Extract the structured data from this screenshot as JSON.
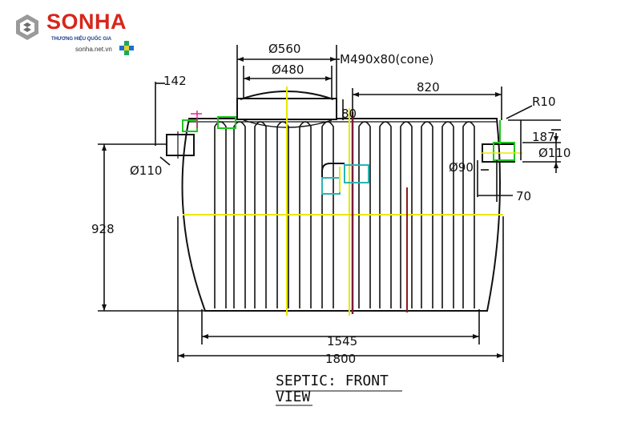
{
  "logo": {
    "brand": "SONHA",
    "tagline": "THƯƠNG HIỆU QUỐC GIA",
    "website": "sonha.net.vn",
    "icon": "sonha-hexagon-logo",
    "brand_color": "#d7261c"
  },
  "dimensions": {
    "manhole_outer": "Ø560",
    "manhole_inner": "Ø480",
    "cone": "M490x80(cone)",
    "right_span": "820",
    "inlet_offset": "142",
    "inlet_diameter": "Ø110",
    "cone_height": "80",
    "radius": "R10",
    "outlet_offset": "187",
    "outlet_diameter": "Ø110",
    "pipe_diameter": "Ø90",
    "pipe_length": "70",
    "height": "928",
    "base_length": "1545",
    "total_length": "1800"
  },
  "caption": {
    "line1": "SEPTIC: FRONT",
    "line2": "VIEW"
  },
  "colors": {
    "outline": "#111111",
    "centerline": "#e8e800",
    "pipe_fitting": "#2bb3b3",
    "inlet_detail": "#1cc61c",
    "baffle": "#8b1a1a",
    "divider": "#7a1a3a"
  }
}
